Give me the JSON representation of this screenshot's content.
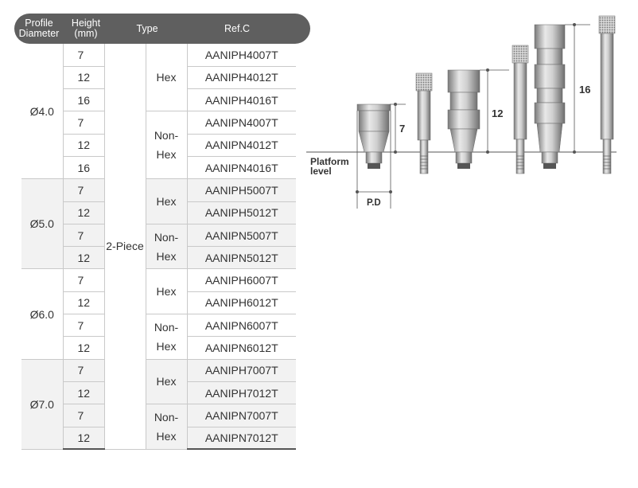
{
  "header": {
    "profile_diameter": "Profile\nDiameter",
    "height": "Height\n(mm)",
    "type": "Type",
    "ref": "Ref.C"
  },
  "piece": "2-Piece",
  "groups": [
    {
      "diameter": "Ø4.0",
      "rows": [
        {
          "height": "7",
          "ref": "AANIPH4007T"
        },
        {
          "height": "12",
          "ref": "AANIPH4012T"
        },
        {
          "height": "16",
          "ref": "AANIPH4016T"
        },
        {
          "height": "7",
          "ref": "AANIPN4007T"
        },
        {
          "height": "12",
          "ref": "AANIPN4012T"
        },
        {
          "height": "16",
          "ref": "AANIPN4016T"
        }
      ],
      "types": [
        {
          "label": "Hex"
        },
        {
          "label": "Non-\nHex"
        }
      ]
    },
    {
      "diameter": "Ø5.0",
      "rows": [
        {
          "height": "7",
          "ref": "AANIPH5007T"
        },
        {
          "height": "12",
          "ref": "AANIPH5012T"
        },
        {
          "height": "7",
          "ref": "AANIPN5007T"
        },
        {
          "height": "12",
          "ref": "AANIPN5012T"
        }
      ],
      "types": [
        {
          "label": "Hex"
        },
        {
          "label": "Non-\nHex"
        }
      ]
    },
    {
      "diameter": "Ø6.0",
      "rows": [
        {
          "height": "7",
          "ref": "AANIPH6007T"
        },
        {
          "height": "12",
          "ref": "AANIPH6012T"
        },
        {
          "height": "7",
          "ref": "AANIPN6007T"
        },
        {
          "height": "12",
          "ref": "AANIPN6012T"
        }
      ],
      "types": [
        {
          "label": "Hex"
        },
        {
          "label": "Non-\nHex"
        }
      ]
    },
    {
      "diameter": "Ø7.0",
      "rows": [
        {
          "height": "7",
          "ref": "AANIPH7007T"
        },
        {
          "height": "12",
          "ref": "AANIPH7012T"
        },
        {
          "height": "7",
          "ref": "AANIPN7007T"
        },
        {
          "height": "12",
          "ref": "AANIPN7012T"
        }
      ],
      "types": [
        {
          "label": "Hex"
        },
        {
          "label": "Non-\nHex"
        }
      ]
    }
  ],
  "diagram": {
    "dim_7": "7",
    "dim_12": "12",
    "dim_16": "16",
    "platform_label": "Platform\nlevel",
    "pd_label": "P.D"
  },
  "colors": {
    "header_bg": "#5f5f5f",
    "shade_bg": "#f2f2f2",
    "metal_light": "#e6e6e6",
    "metal_dark": "#8a8a8a"
  }
}
